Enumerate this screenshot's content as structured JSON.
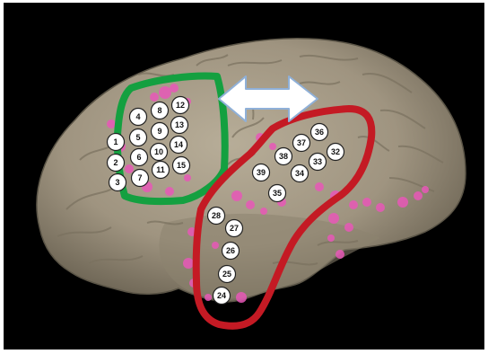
{
  "colors": {
    "background": "#000000",
    "brain_surface": "#a59a85",
    "brain_shadow": "#6e6656",
    "green_outline": "#14a040",
    "red_outline": "#c41a24",
    "arrow_fill": "#ffffff",
    "arrow_stroke": "#8fb0d8",
    "activation_spots": "#e858b8",
    "electrode_fill": "#ffffff",
    "electrode_stroke": "#222222"
  },
  "icons": {
    "arrow": "double-headed-arrow-icon"
  },
  "electrodes": [
    {
      "label": "1"
    },
    {
      "label": "2"
    },
    {
      "label": "3"
    },
    {
      "label": "4"
    },
    {
      "label": "5"
    },
    {
      "label": "6"
    },
    {
      "label": "7"
    },
    {
      "label": "8"
    },
    {
      "label": "9"
    },
    {
      "label": "10"
    },
    {
      "label": "11"
    },
    {
      "label": "12"
    },
    {
      "label": "13"
    },
    {
      "label": "14"
    },
    {
      "label": "15"
    },
    {
      "label": "24"
    },
    {
      "label": "25"
    },
    {
      "label": "26"
    },
    {
      "label": "27"
    },
    {
      "label": "28"
    },
    {
      "label": "32"
    },
    {
      "label": "33"
    },
    {
      "label": "34"
    },
    {
      "label": "35"
    },
    {
      "label": "36"
    },
    {
      "label": "37"
    },
    {
      "label": "38"
    },
    {
      "label": "39"
    }
  ]
}
